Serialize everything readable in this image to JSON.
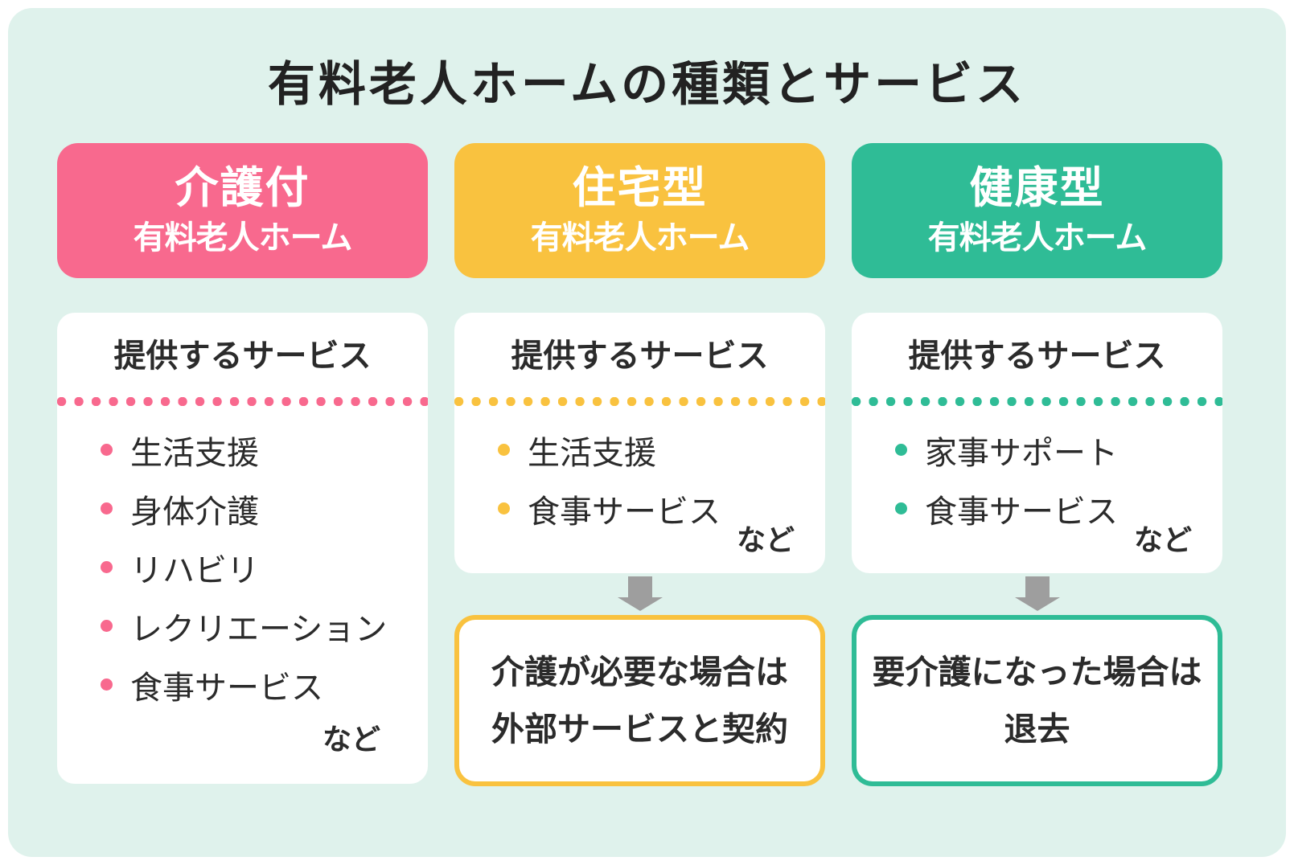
{
  "page": {
    "title": "有料老人ホームの種類とサービス",
    "background_color": "#ffffff",
    "panel_color": "#dff2ec"
  },
  "colors": {
    "text": "#2b2b2b",
    "title_text": "#222222",
    "header_text": "#ffffff",
    "card_background": "#ffffff",
    "arrow_gray": "#9e9e9e"
  },
  "icons": {
    "bullet": "dot-icon",
    "flow": "down-arrow"
  },
  "columns": [
    {
      "id": "kaigo-tsuki",
      "accent_color": "#f8698e",
      "header": {
        "line1": "介護付",
        "line2": "有料老人ホーム"
      },
      "card": {
        "heading": "提供するサービス",
        "items": [
          "生活支援",
          "身体介護",
          "リハビリ",
          "レクリエーション",
          "食事サービス"
        ],
        "suffix": "など"
      }
    },
    {
      "id": "jutaku-gata",
      "accent_color": "#f9c23f",
      "header": {
        "line1": "住宅型",
        "line2": "有料老人ホーム"
      },
      "card": {
        "heading": "提供するサービス",
        "items": [
          "生活支援",
          "食事サービス"
        ],
        "suffix": "など"
      },
      "note": {
        "line1": "介護が必要な場合は",
        "line2": "外部サービスと契約"
      }
    },
    {
      "id": "kenko-gata",
      "accent_color": "#2fbc96",
      "header": {
        "line1": "健康型",
        "line2": "有料老人ホーム"
      },
      "card": {
        "heading": "提供するサービス",
        "items": [
          "家事サポート",
          "食事サービス"
        ],
        "suffix": "など"
      },
      "note": {
        "line1": "要介護になった場合は",
        "line2": "退去"
      }
    }
  ]
}
